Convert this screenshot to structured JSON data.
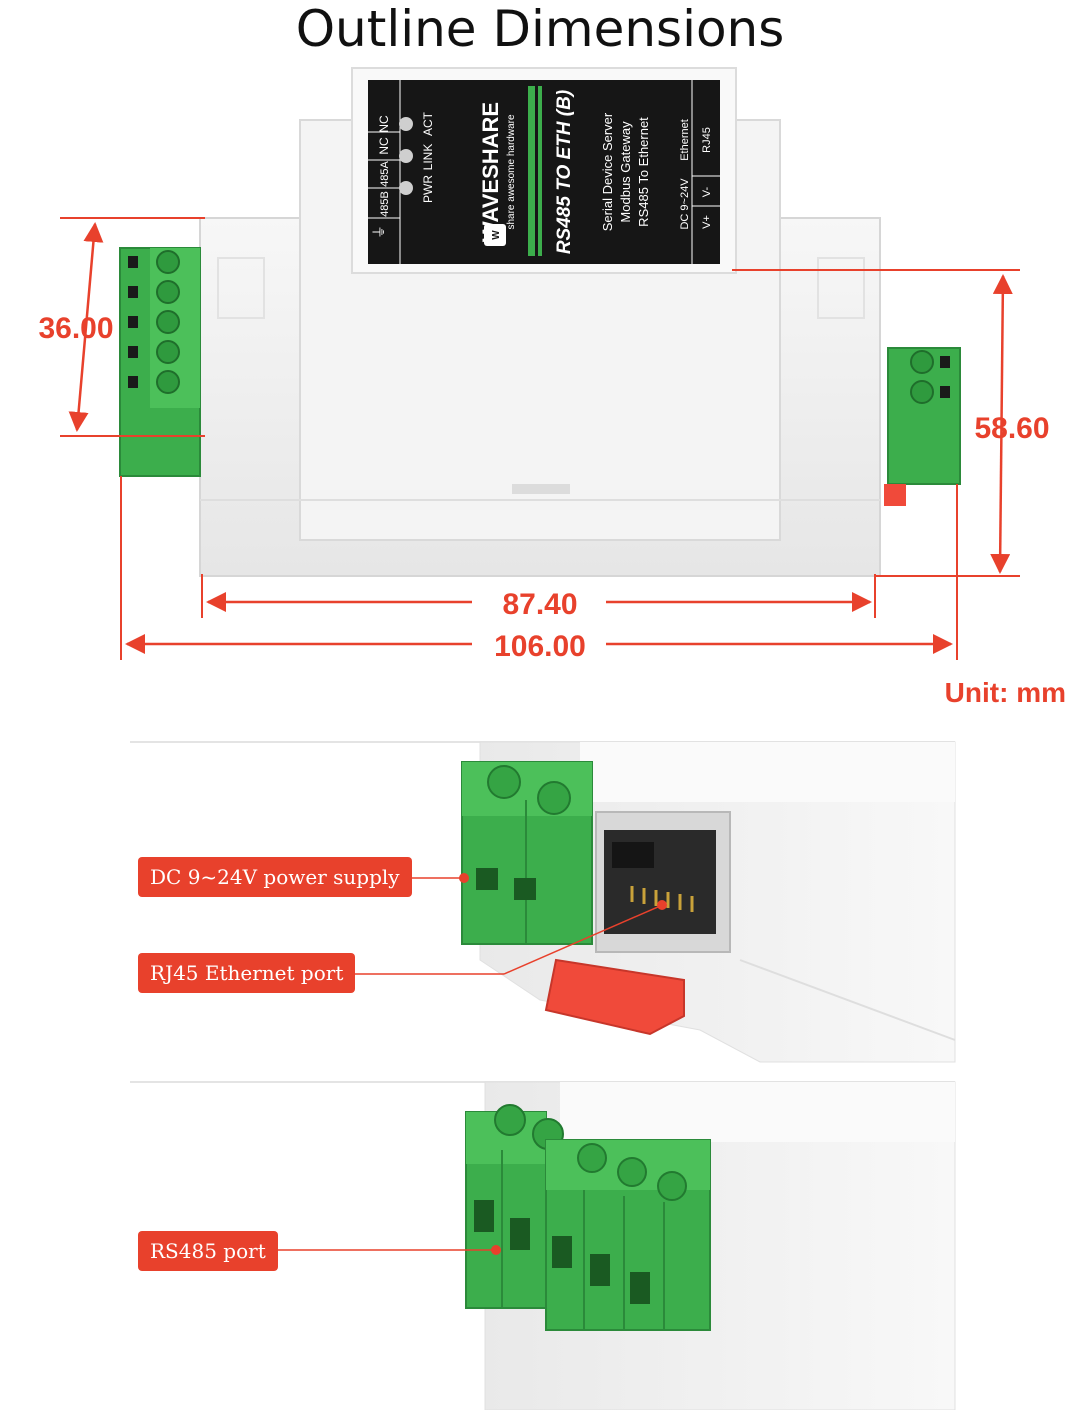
{
  "title": "Outline Dimensions",
  "colors": {
    "dimension": "#e8412c",
    "terminal_green": "#3cae4c",
    "terminal_green_dark": "#2b8a3a",
    "case_white": "#f1f1f1",
    "label_black": "#161616",
    "clip_red": "#f04a3a"
  },
  "dimensions": {
    "height_left": "36.00",
    "height_right": "58.60",
    "width_inner": "87.40",
    "width_total": "106.00",
    "unit": "Unit: mm"
  },
  "product_label": {
    "brand": "WAVESHARE",
    "tagline": "share awesome hardware",
    "model": "RS485 TO ETH (B)",
    "desc_1": "Serial Device Server",
    "desc_2": "Modbus Gateway",
    "desc_3": "RS485 To Ethernet",
    "power": "DC 9~24V",
    "ethernet": "Ethernet",
    "rj45": "RJ45",
    "pin_485b": "485B",
    "pin_485a": "485A",
    "pin_nc1": "NC",
    "pin_nc2": "NC",
    "led_pwr": "PWR",
    "led_link": "LINK",
    "led_act": "ACT",
    "vplus": "V+",
    "vminus": "V-"
  },
  "callouts": {
    "power_supply": "DC 9~24V power supply",
    "rj45_port": "RJ45 Ethernet port",
    "rs485_port": "RS485 port"
  }
}
